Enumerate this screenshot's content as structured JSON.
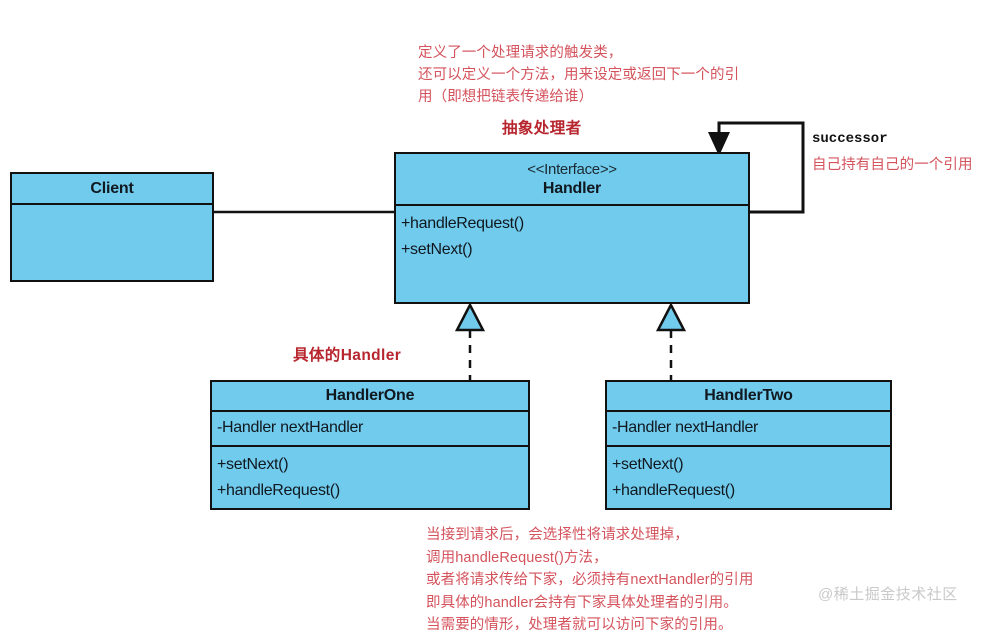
{
  "diagram": {
    "title": "Chain of Responsibility UML class diagram",
    "colors": {
      "box_fill": "#71cbec",
      "box_border": "#111111",
      "note_text": "#d4535c",
      "note_heading": "#b7262e",
      "label_text": "#111111",
      "watermark": "#c9c9c9"
    }
  },
  "notes": {
    "abstract_handler_desc": "定义了一个处理请求的触发类，\n还可以定义一个方法，用来设定或返回下一个的引\n用（即想把链表传递给谁）",
    "abstract_handler_heading": "抽象处理者",
    "successor_label": "successor",
    "successor_desc": "自己持有自己的一个引用",
    "concrete_handler_heading": "具体的Handler",
    "bottom_desc": "当接到请求后，会选择性将请求处理掉，\n调用handleRequest()方法，\n或者将请求传给下家，必须持有nextHandler的引用\n即具体的handler会持有下家具体处理者的引用。\n当需要的情形，处理者就可以访问下家的引用。"
  },
  "classes": {
    "client": {
      "name": "Client",
      "stereotype": "",
      "attributes": [],
      "operations": []
    },
    "handler": {
      "stereotype": "<<Interface>>",
      "name": "Handler",
      "attributes": [],
      "operations": [
        "+handleRequest()",
        "+setNext()"
      ]
    },
    "handler_one": {
      "name": "HandlerOne",
      "attributes": [
        "-Handler nextHandler"
      ],
      "operations": [
        "+setNext()",
        "+handleRequest()"
      ]
    },
    "handler_two": {
      "name": "HandlerTwo",
      "attributes": [
        "-Handler nextHandler"
      ],
      "operations": [
        "+setNext()",
        "+handleRequest()"
      ]
    }
  },
  "relations": [
    {
      "from": "Client",
      "to": "Handler",
      "type": "association"
    },
    {
      "from": "Handler",
      "to": "Handler",
      "type": "self-association",
      "label": "successor"
    },
    {
      "from": "HandlerOne",
      "to": "Handler",
      "type": "realization"
    },
    {
      "from": "HandlerTwo",
      "to": "Handler",
      "type": "realization"
    }
  ],
  "watermark": {
    "text": "@稀土掘金技术社区"
  }
}
